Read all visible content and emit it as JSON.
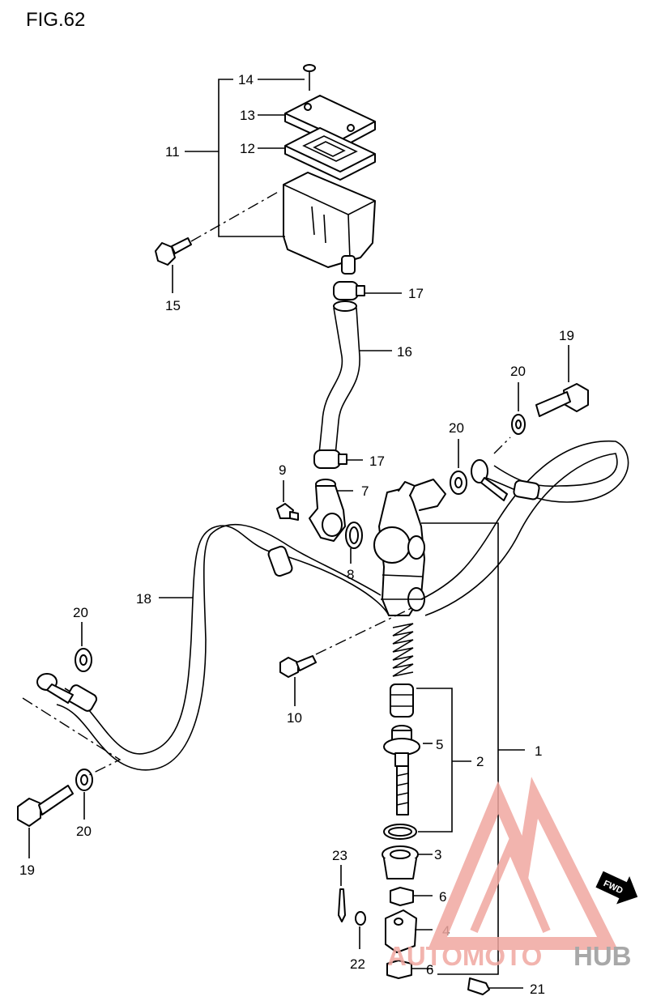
{
  "figure_title": "FIG.62",
  "callouts": {
    "c1": "1",
    "c2": "2",
    "c3": "3",
    "c4": "4",
    "c5": "5",
    "c6a": "6",
    "c6b": "6",
    "c7": "7",
    "c8": "8",
    "c9": "9",
    "c10": "10",
    "c11": "11",
    "c12": "12",
    "c13": "13",
    "c14": "14",
    "c15": "15",
    "c16": "16",
    "c17a": "17",
    "c17b": "17",
    "c18": "18",
    "c19a": "19",
    "c19b": "19",
    "c20a": "20",
    "c20b": "20",
    "c20c": "20",
    "c20d": "20",
    "c21": "21",
    "c22": "22",
    "c23": "23"
  },
  "direction_arrow": "FWD",
  "watermark": {
    "brand_part1": "AUTOMOTO",
    "brand_part2": "HUB",
    "color_primary": "#f0a7a0",
    "color_secondary": "#9a9a9a"
  }
}
